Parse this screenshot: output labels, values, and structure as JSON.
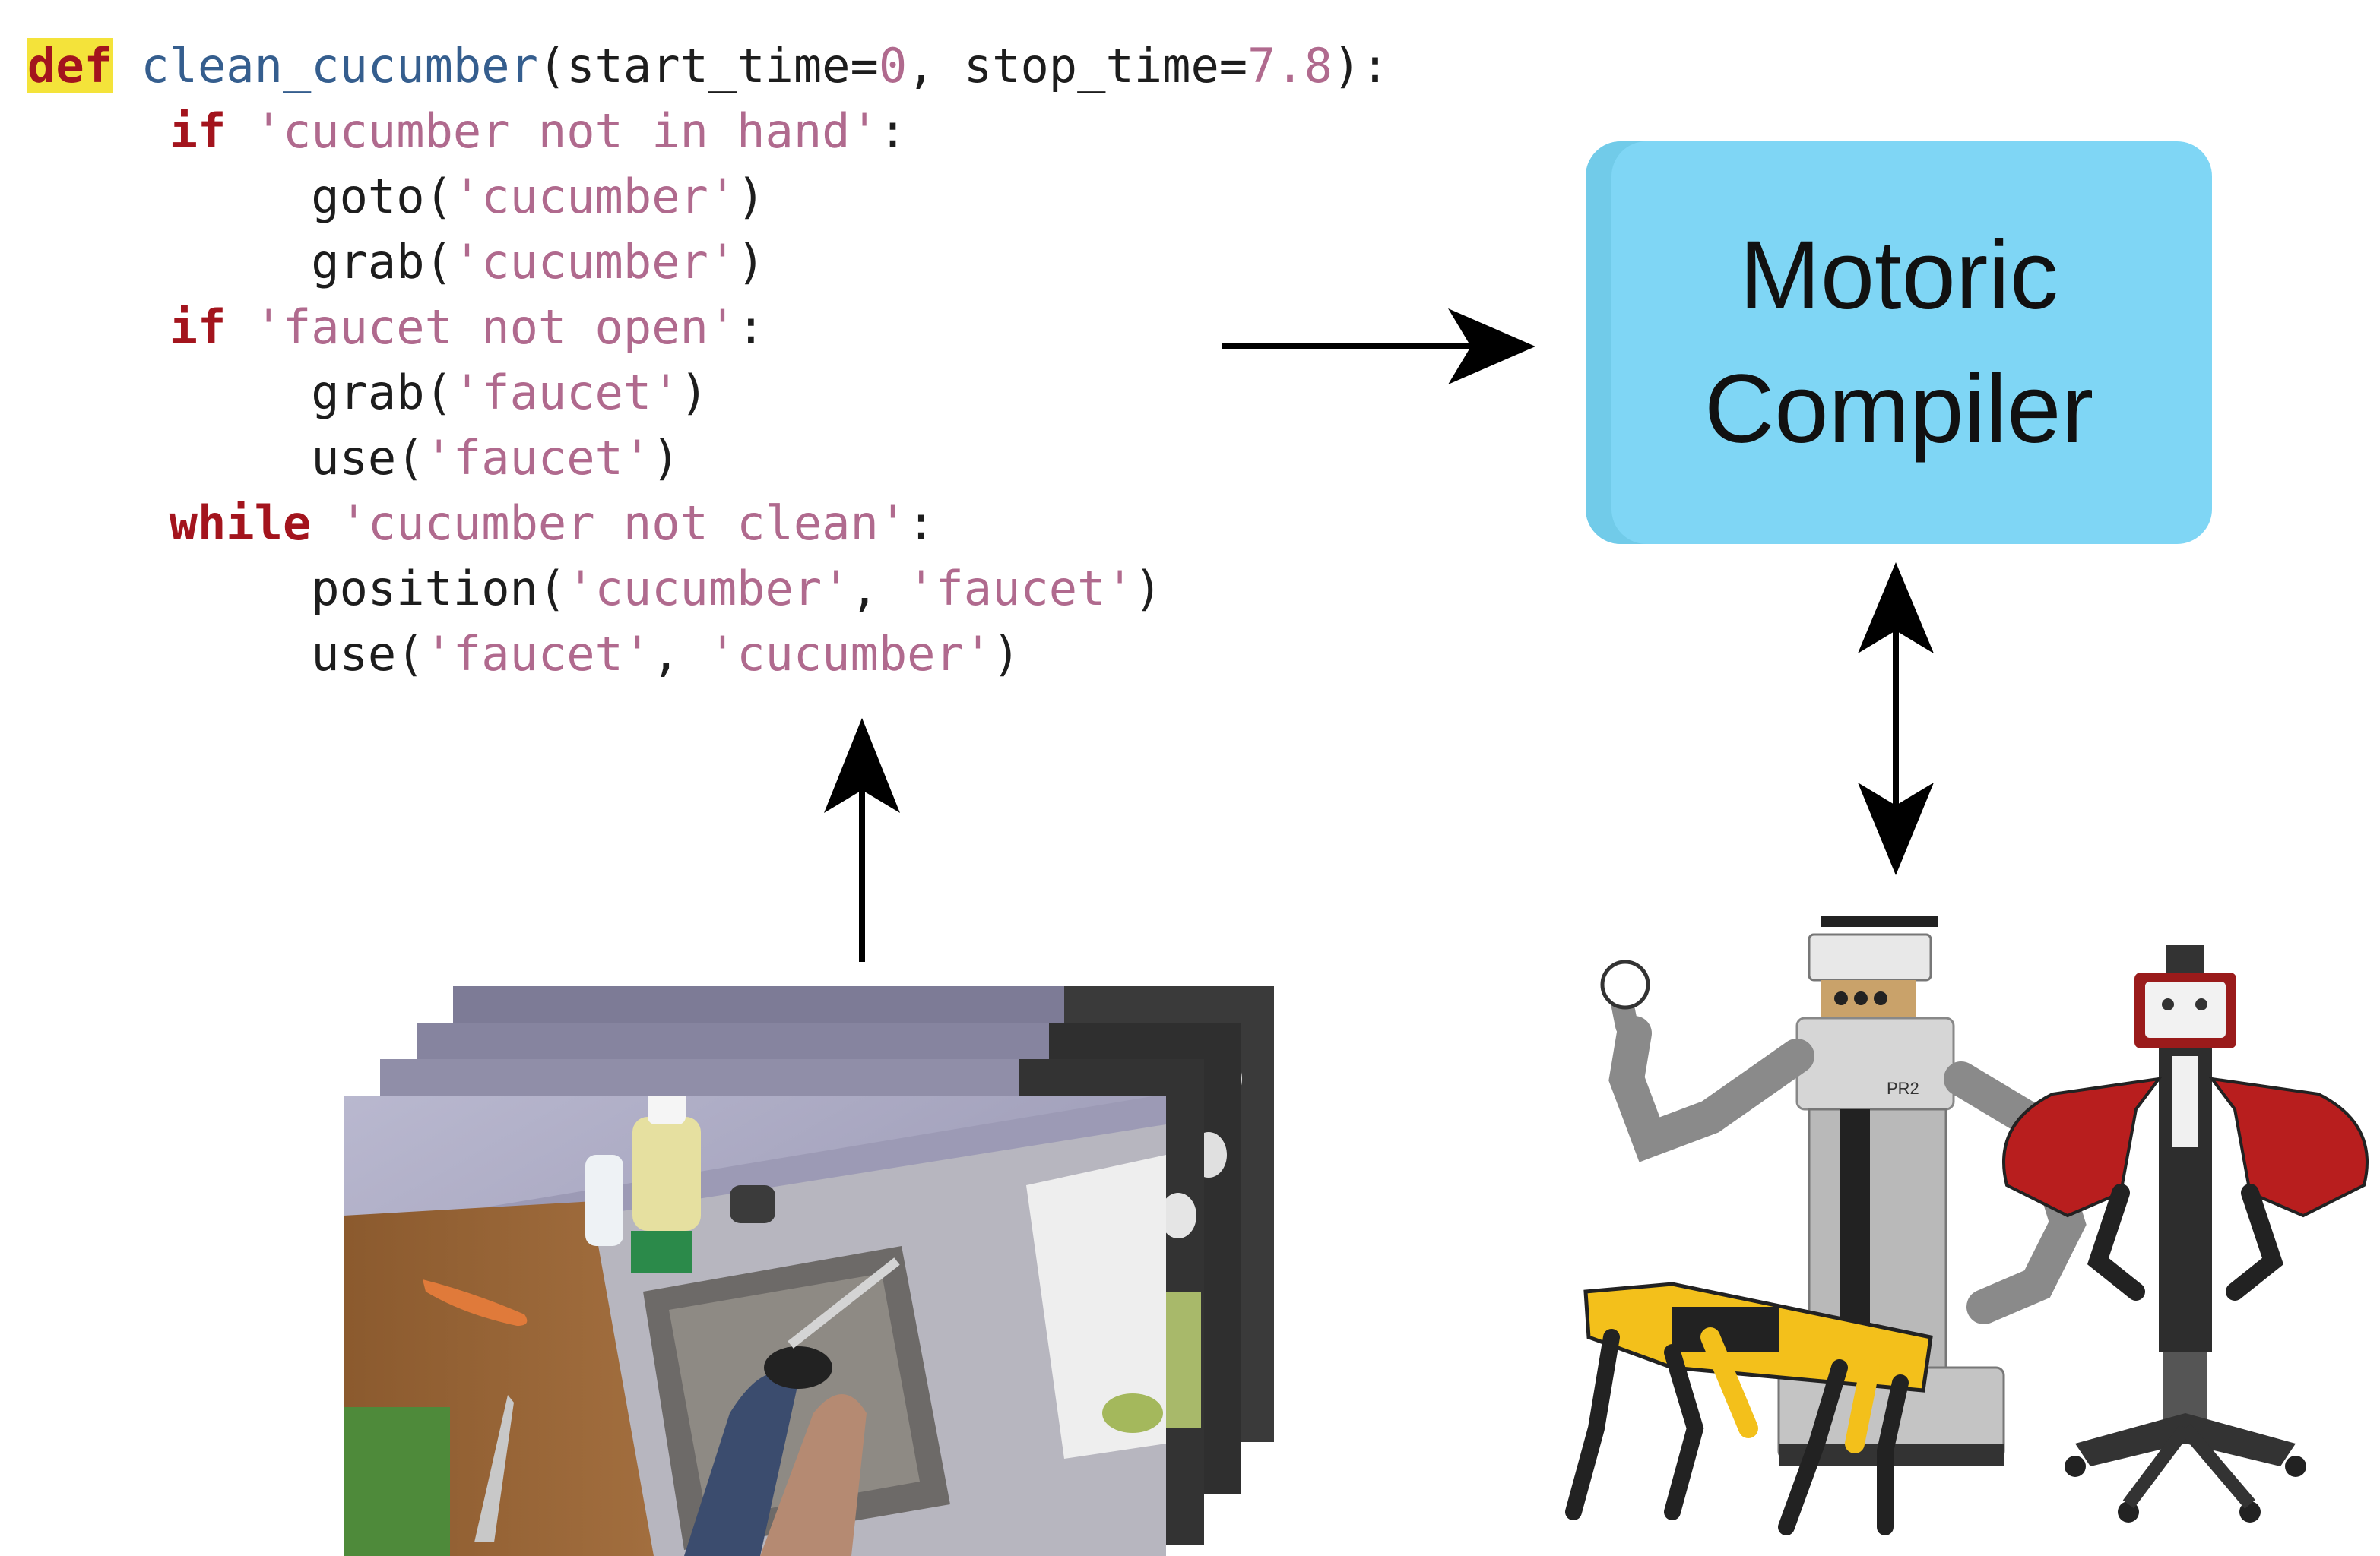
{
  "code": {
    "lines": [
      [
        {
          "t": "def",
          "c": "kw-hl"
        },
        {
          "t": " ",
          "c": ""
        },
        {
          "t": "clean_cucumber",
          "c": "fn"
        },
        {
          "t": "(start_time=",
          "c": ""
        },
        {
          "t": "0",
          "c": "num"
        },
        {
          "t": ", stop_time=",
          "c": ""
        },
        {
          "t": "7.8",
          "c": "num"
        },
        {
          "t": "):",
          "c": ""
        }
      ],
      [
        {
          "t": "     ",
          "c": ""
        },
        {
          "t": "if",
          "c": "kw"
        },
        {
          "t": " ",
          "c": ""
        },
        {
          "t": "'cucumber not in hand'",
          "c": "str"
        },
        {
          "t": ":",
          "c": ""
        }
      ],
      [
        {
          "t": "          goto(",
          "c": ""
        },
        {
          "t": "'cucumber'",
          "c": "str"
        },
        {
          "t": ")",
          "c": ""
        }
      ],
      [
        {
          "t": "          grab(",
          "c": ""
        },
        {
          "t": "'cucumber'",
          "c": "str"
        },
        {
          "t": ")",
          "c": ""
        }
      ],
      [
        {
          "t": "     ",
          "c": ""
        },
        {
          "t": "if",
          "c": "kw"
        },
        {
          "t": " ",
          "c": ""
        },
        {
          "t": "'faucet not open'",
          "c": "str"
        },
        {
          "t": ":",
          "c": ""
        }
      ],
      [
        {
          "t": "          grab(",
          "c": ""
        },
        {
          "t": "'faucet'",
          "c": "str"
        },
        {
          "t": ")",
          "c": ""
        }
      ],
      [
        {
          "t": "          use(",
          "c": ""
        },
        {
          "t": "'faucet'",
          "c": "str"
        },
        {
          "t": ")",
          "c": ""
        }
      ],
      [
        {
          "t": "     ",
          "c": ""
        },
        {
          "t": "while",
          "c": "kw"
        },
        {
          "t": " ",
          "c": ""
        },
        {
          "t": "'cucumber not clean'",
          "c": "str"
        },
        {
          "t": ":",
          "c": ""
        }
      ],
      [
        {
          "t": "          position(",
          "c": ""
        },
        {
          "t": "'cucumber'",
          "c": "str"
        },
        {
          "t": ", ",
          "c": ""
        },
        {
          "t": "'faucet'",
          "c": "str"
        },
        {
          "t": ")",
          "c": ""
        }
      ],
      [
        {
          "t": "          use(",
          "c": ""
        },
        {
          "t": "'faucet'",
          "c": "str"
        },
        {
          "t": ", ",
          "c": ""
        },
        {
          "t": "'cucumber'",
          "c": "str"
        },
        {
          "t": ")",
          "c": ""
        }
      ]
    ]
  },
  "compiler": {
    "line1": "Motoric",
    "line2": "Compiler"
  },
  "colors": {
    "box": "#7fd6f5",
    "keyword": "#a3141d",
    "string": "#b06a8e",
    "function": "#355e8e",
    "highlight": "#f4e33a",
    "arrow": "#000000"
  },
  "figures": {
    "video_frames": "stack of four kitchen video frames showing a cucumber being washed in a sink",
    "robots": [
      "PR2 robot",
      "Spot quadruped robot",
      "Baxter robot"
    ],
    "robot_logo_text": "PR2"
  }
}
